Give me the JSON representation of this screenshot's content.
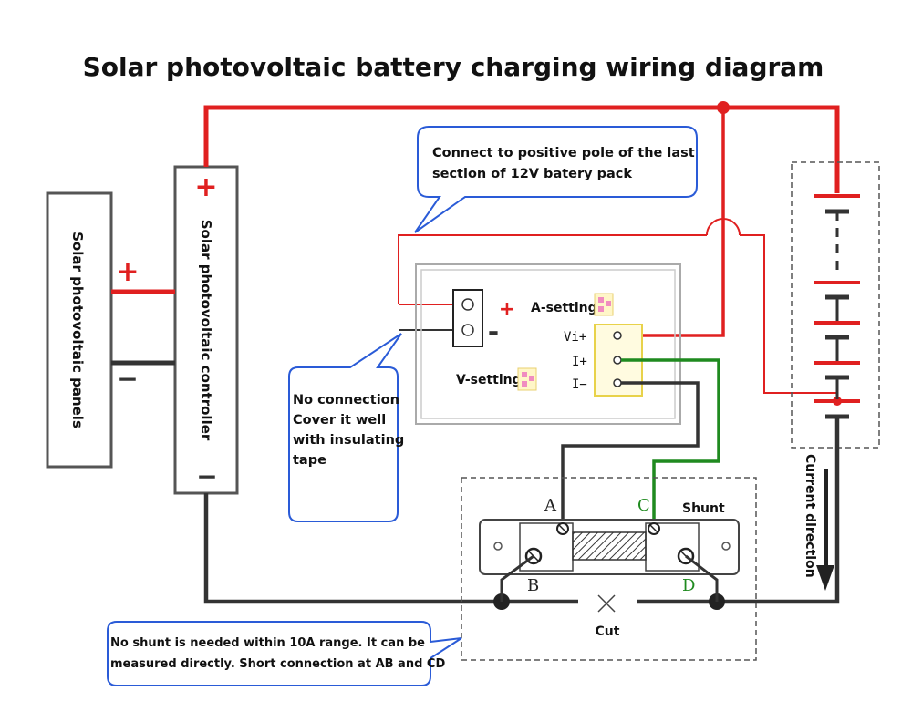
{
  "title": "Solar photovoltaic battery charging wiring diagram",
  "panels_label": "Solar photovoltaic panels",
  "controller_label": "Solar photovoltaic controller",
  "signs": {
    "plus": "+",
    "minus": "−",
    "meter_minus": "-"
  },
  "callouts": {
    "positive_pole_line1": "Connect to positive pole of the last",
    "positive_pole_line2": "section of 12V batery pack",
    "no_connection_line1": "No connection",
    "no_connection_line2": "Cover it well",
    "no_connection_line3": "with insulating",
    "no_connection_line4": "tape",
    "shunt_note_line1": "No shunt is needed within 10A  range. It can be",
    "shunt_note_line2": "measured directly. Short connection at AB and CD"
  },
  "meter": {
    "a_setting": "A-setting",
    "v_setting": "V-setting",
    "pins": [
      "Vi+",
      "I+",
      "I−"
    ]
  },
  "shunt": {
    "label": "Shunt",
    "terminals": [
      "A",
      "B",
      "C",
      "D"
    ],
    "cut_label": "Cut"
  },
  "current_direction": "Current direction",
  "colors": {
    "positive_wire": "#e02020",
    "negative_wire": "#333333",
    "sense_wire": "#1f8a1f",
    "callout_border": "#2a5bd7"
  }
}
